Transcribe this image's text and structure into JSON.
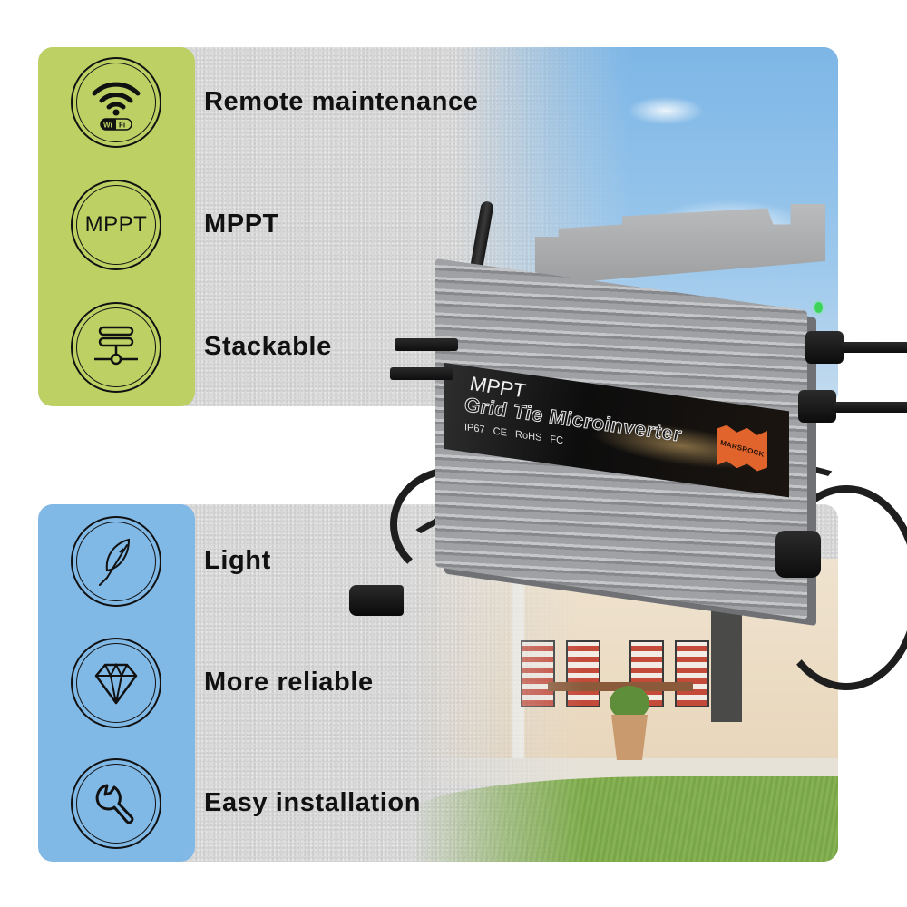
{
  "top_card": {
    "panel_color": "#bcd064",
    "features": [
      {
        "label": "Remote maintenance",
        "icon": "wifi-icon",
        "icon_badge": {
          "left": "Wi",
          "right": "Fi"
        }
      },
      {
        "label": "MPPT",
        "icon": "mppt-icon",
        "icon_text": "MPPT"
      },
      {
        "label": "Stackable",
        "icon": "stackable-network-icon"
      }
    ]
  },
  "bottom_card": {
    "panel_color": "#80b8e6",
    "features": [
      {
        "label": "Light",
        "icon": "feather-icon"
      },
      {
        "label": "More reliable",
        "icon": "diamond-icon"
      },
      {
        "label": "Easy installation",
        "icon": "wrench-icon"
      }
    ]
  },
  "product": {
    "label_line1": "MPPT",
    "label_line2": "Grid Tie Microinverter",
    "certifications": "IP67  CE  RoHS  FC",
    "brand": "MARSROCK",
    "status_led_color": "#3ed45a",
    "brand_color": "#e0642c"
  }
}
